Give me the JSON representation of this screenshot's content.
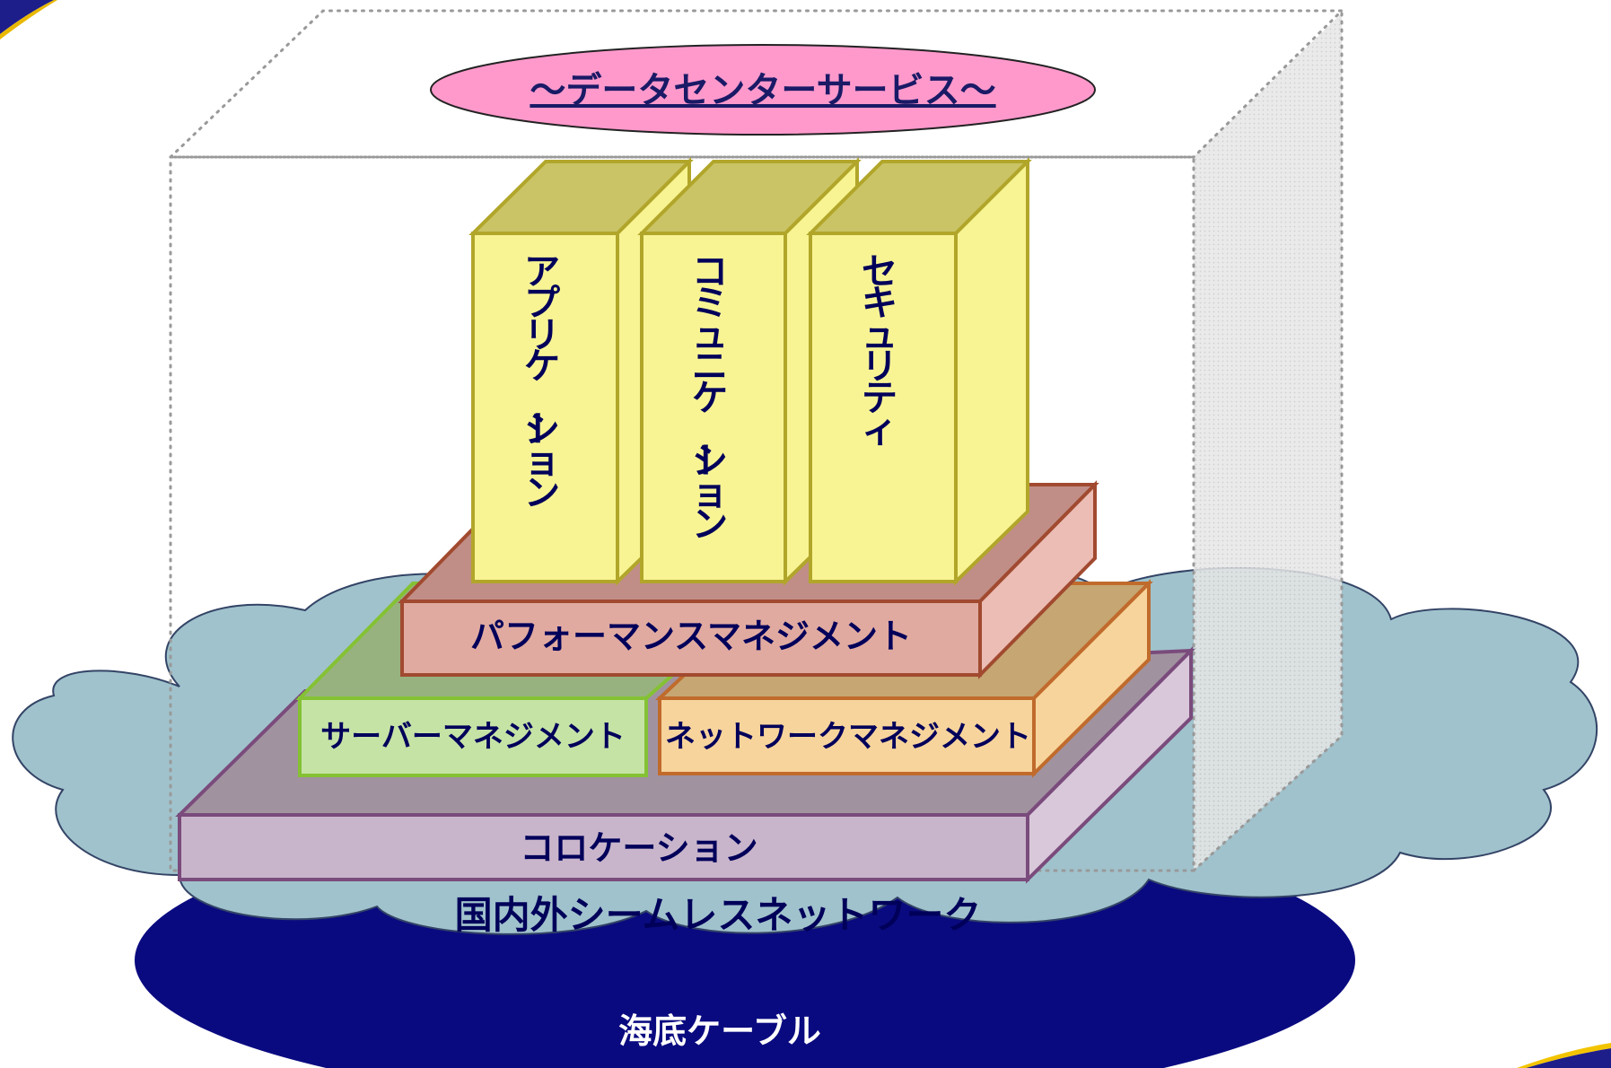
{
  "title": "～データセンターサービス～",
  "top_boxes": [
    {
      "label": "アプリケーション"
    },
    {
      "label": "コミュニケーション"
    },
    {
      "label": "セキュリティ"
    }
  ],
  "layers": {
    "performance": "パフォーマンスマネジメント",
    "server": "サーバーマネジメント",
    "network": "ネットワークマネジメント",
    "colocation": "コロケーション"
  },
  "cloud_label": "国内外シームレスネットワーク",
  "base_label": "海底ケーブル",
  "colors": {
    "title_fill": "#ff99cc",
    "title_text": "#1a1a66",
    "app_front": "#f8f494",
    "app_top": "#cac466",
    "app_side": "#f8f494",
    "app_stroke": "#b1a62a",
    "perf_front": "#e1aaa0",
    "perf_top": "#c08e86",
    "perf_side": "#ebbdb5",
    "perf_stroke": "#a14a30",
    "server_front": "#c6e3a6",
    "server_top": "#98b27f",
    "server_stroke": "#84c234",
    "network_front": "#f7d49c",
    "network_top": "#c6a673",
    "network_side": "#f7d49c",
    "network_stroke": "#c06b2c",
    "colo_front": "#c9b5cb",
    "colo_top": "#a1929f",
    "colo_side": "#d9c8da",
    "colo_stroke": "#7a4b7c",
    "cloud_fill": "#a0c2cc",
    "cloud_stroke": "#334466",
    "base_fill": "#0a0a80",
    "text_navy": "#00005a",
    "white": "#ffffff"
  }
}
